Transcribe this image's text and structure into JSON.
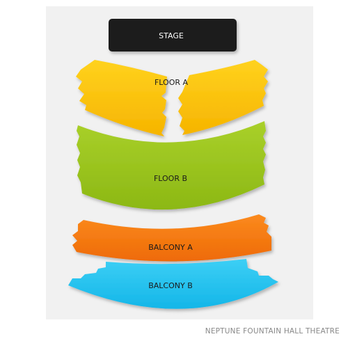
{
  "venue": {
    "name": "NEPTUNE FOUNTAIN HALL THEATRE"
  },
  "stage": {
    "label": "STAGE",
    "color": "#1a1a1a"
  },
  "sections": {
    "floor_a": {
      "label": "FLOOR A",
      "color": "#ffc400"
    },
    "floor_b": {
      "label": "FLOOR B",
      "color": "#99c41e"
    },
    "balcony_a": {
      "label": "BALCONY A",
      "color": "#f7760f"
    },
    "balcony_b": {
      "label": "BALCONY B",
      "color": "#1ec3f0"
    }
  }
}
